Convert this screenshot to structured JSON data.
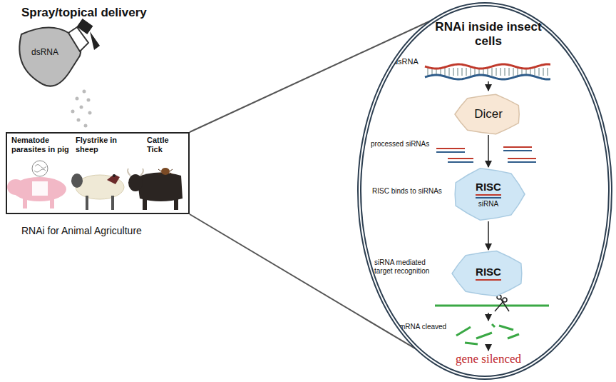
{
  "diagram": {
    "nodes": [
      {
        "text": [
          "Nematode parasites in pig",
          "Flystrike in sheep",
          "Cattle Tick",
          "RNAi for Animal Agriculture"
        ]
      },
      {
        "text": [
          "RNAi inside insect cells"
        ]
      },
      {
        "text": [
          "Dicer"
        ],
        "in": 1
      },
      {
        "text": [
          "RISC",
          "siRNA"
        ],
        "in": 1
      },
      {
        "text": [
          "RISC"
        ],
        "in": 1
      }
    ],
    "edges": [
      {
        "from": 0,
        "to": 1,
        "arrow": "none"
      },
      {
        "from": 0,
        "to": 1,
        "arrow": "none"
      },
      {
        "from": 2,
        "to": 3,
        "arrow": "to"
      },
      {
        "from": 3,
        "to": 4,
        "arrow": "to"
      }
    ],
    "labels": [
      "Spray/topical delivery",
      "dsRNA",
      "dsRNA",
      "processed siRNAs",
      "RISC binds to siRNAs",
      "siRNA mediated target recognition",
      "mRNA cleaved",
      "gene silenced"
    ]
  }
}
